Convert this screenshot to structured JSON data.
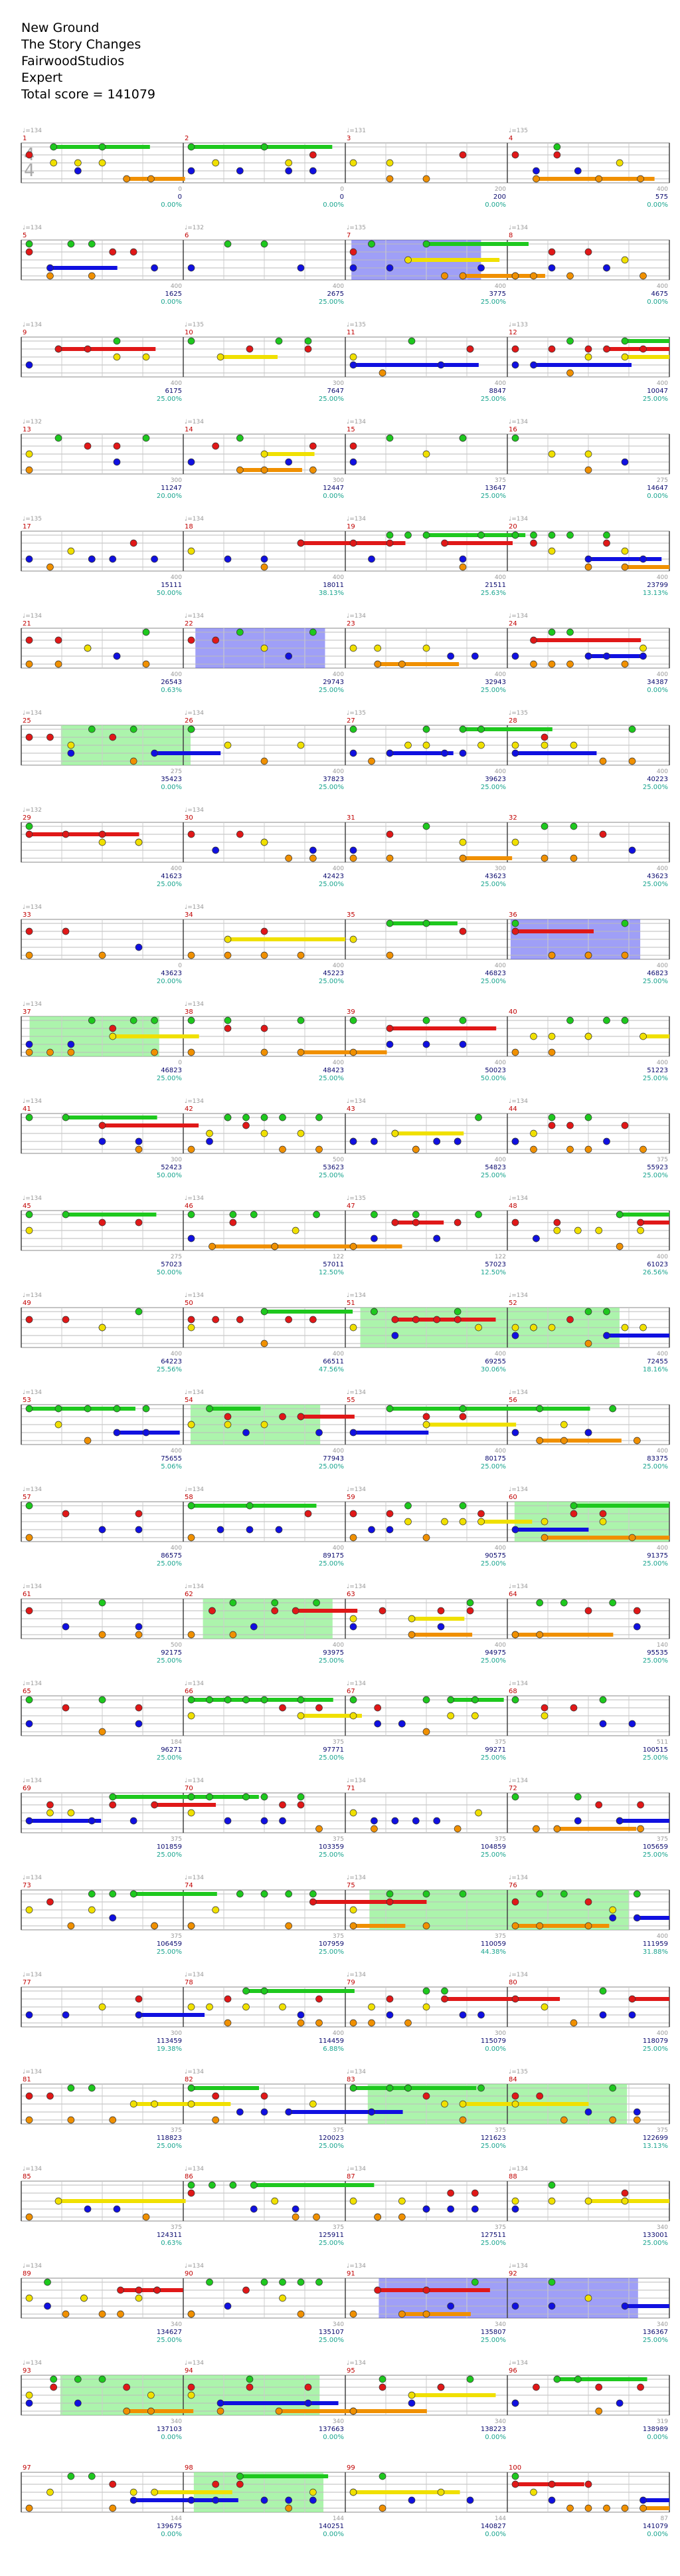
{
  "header": {
    "title": "New Ground",
    "subtitle": "The Story Changes",
    "charter": "FairwoodStudios",
    "difficulty": "Expert",
    "total_score_label": "Total score = 141079"
  },
  "colors": {
    "green": "#1ec81e",
    "red": "#e01818",
    "yellow": "#f0e000",
    "blue": "#1010e0",
    "orange": "#f09000",
    "starpower": "#90f090",
    "overdrive": "#5050f0",
    "solo_highlight": "#f8f880"
  },
  "time_signature": [
    "4",
    "4"
  ],
  "measures": [
    {
      "n": "1",
      "bpm": "♩=134",
      "tick": "0",
      "score": "0",
      "mult": "0.00%"
    },
    {
      "n": "2",
      "bpm": "",
      "tick": "0",
      "score": "0",
      "mult": "0.00%"
    },
    {
      "n": "3",
      "bpm": "♩=131",
      "tick": "0",
      "score": "0",
      "mult": "0.00%"
    },
    {
      "n": "4",
      "bpm": "♩=135",
      "tick": "200",
      "score": "200",
      "mult": "0.00%"
    },
    {
      "n": "5",
      "bpm": "♩=134",
      "tick": "400",
      "score": "575",
      "mult": "0.00%"
    },
    {
      "n": "6",
      "bpm": "♩=132",
      "tick": "400",
      "score": "1625",
      "mult": "0.00%"
    },
    {
      "n": "7",
      "bpm": "♩=135",
      "tick": "400",
      "score": "2675",
      "mult": "25.00%"
    },
    {
      "n": "8",
      "bpm": "♩=134",
      "tick": "400",
      "score": "3775",
      "mult": "25.00%"
    },
    {
      "n": "9",
      "bpm": "♩=134",
      "tick": "400",
      "score": "4675",
      "mult": "0.00%"
    },
    {
      "n": "10",
      "bpm": "♩=135",
      "tick": "400",
      "score": "6175",
      "mult": "25.00%"
    },
    {
      "n": "11",
      "bpm": "♩=135",
      "tick": "300",
      "score": "7647",
      "mult": "25.00%"
    },
    {
      "n": "12",
      "bpm": "♩=133",
      "tick": "400",
      "score": "8847",
      "mult": "25.00%"
    },
    {
      "n": "13",
      "bpm": "♩=132",
      "tick": "400",
      "score": "10047",
      "mult": "25.00%"
    },
    {
      "n": "14",
      "bpm": "♩=134",
      "tick": "300",
      "score": "11247",
      "mult": "20.00%"
    },
    {
      "n": "15",
      "bpm": "♩=134",
      "tick": "300",
      "score": "12447",
      "mult": "0.00%"
    },
    {
      "n": "16",
      "bpm": "♩=134",
      "tick": "375",
      "score": "13647",
      "mult": "25.00%"
    },
    {
      "n": "17",
      "bpm": "♩=135",
      "tick": "275",
      "score": "14647",
      "mult": "0.00%"
    },
    {
      "n": "18",
      "bpm": "♩=134",
      "tick": "400",
      "score": "15111",
      "mult": "50.00%"
    },
    {
      "n": "19",
      "bpm": "♩=134",
      "tick": "400",
      "score": "18011",
      "mult": "38.13%"
    },
    {
      "n": "20",
      "bpm": "♩=134",
      "tick": "400",
      "score": "21511",
      "mult": "25.63%"
    },
    {
      "n": "21",
      "bpm": "♩=134",
      "tick": "400",
      "score": "23799",
      "mult": "13.13%"
    },
    {
      "n": "22",
      "bpm": "♩=134",
      "tick": "400",
      "score": "26543",
      "mult": "0.63%"
    },
    {
      "n": "23",
      "bpm": "♩=134",
      "tick": "400",
      "score": "29743",
      "mult": "25.00%"
    },
    {
      "n": "24",
      "bpm": "♩=134",
      "tick": "400",
      "score": "32943",
      "mult": "25.00%"
    },
    {
      "n": "25",
      "bpm": "♩=134",
      "tick": "400",
      "score": "34387",
      "mult": "0.00%"
    },
    {
      "n": "26",
      "bpm": "♩=134",
      "tick": "275",
      "score": "35423",
      "mult": "0.00%"
    },
    {
      "n": "27",
      "bpm": "♩=135",
      "tick": "400",
      "score": "37823",
      "mult": "25.00%"
    },
    {
      "n": "28",
      "bpm": "♩=135",
      "tick": "400",
      "score": "39623",
      "mult": "25.00%"
    },
    {
      "n": "29",
      "bpm": "♩=132",
      "tick": "400",
      "score": "40223",
      "mult": "25.00%"
    },
    {
      "n": "30",
      "bpm": "♩=134",
      "tick": "400",
      "score": "41623",
      "mult": "25.00%"
    },
    {
      "n": "31",
      "bpm": "",
      "tick": "400",
      "score": "42423",
      "mult": "25.00%"
    },
    {
      "n": "32",
      "bpm": "",
      "tick": "300",
      "score": "43623",
      "mult": "25.00%"
    },
    {
      "n": "33",
      "bpm": "♩=134",
      "tick": "400",
      "score": "43623",
      "mult": "25.00%"
    },
    {
      "n": "34",
      "bpm": "♩=134",
      "tick": "0",
      "score": "43623",
      "mult": "20.00%"
    },
    {
      "n": "35",
      "bpm": "",
      "tick": "400",
      "score": "45223",
      "mult": "25.00%"
    },
    {
      "n": "36",
      "bpm": "",
      "tick": "400",
      "score": "46823",
      "mult": "25.00%"
    },
    {
      "n": "37",
      "bpm": "♩=134",
      "tick": "400",
      "score": "46823",
      "mult": "25.00%"
    },
    {
      "n": "38",
      "bpm": "♩=134",
      "tick": "0",
      "score": "46823",
      "mult": "25.00%"
    },
    {
      "n": "39",
      "bpm": "",
      "tick": "400",
      "score": "48423",
      "mult": "25.00%"
    },
    {
      "n": "40",
      "bpm": "",
      "tick": "400",
      "score": "50023",
      "mult": "50.00%"
    },
    {
      "n": "41",
      "bpm": "♩=134",
      "tick": "400",
      "score": "51223",
      "mult": "25.00%"
    },
    {
      "n": "42",
      "bpm": "♩=134",
      "tick": "300",
      "score": "52423",
      "mult": "50.00%"
    },
    {
      "n": "43",
      "bpm": "♩=134",
      "tick": "500",
      "score": "53623",
      "mult": "25.00%"
    },
    {
      "n": "44",
      "bpm": "♩=134",
      "tick": "400",
      "score": "54823",
      "mult": "25.00%"
    },
    {
      "n": "45",
      "bpm": "♩=134",
      "tick": "375",
      "score": "55923",
      "mult": "25.00%"
    },
    {
      "n": "46",
      "bpm": "♩=134",
      "tick": "275",
      "score": "57023",
      "mult": "50.00%"
    },
    {
      "n": "47",
      "bpm": "♩=135",
      "tick": "122",
      "score": "57011",
      "mult": "12.50%"
    },
    {
      "n": "48",
      "bpm": "♩=134",
      "tick": "122",
      "score": "57023",
      "mult": "12.50%"
    },
    {
      "n": "49",
      "bpm": "♩=134",
      "tick": "400",
      "score": "61023",
      "mult": "26.56%"
    },
    {
      "n": "50",
      "bpm": "♩=134",
      "tick": "400",
      "score": "64223",
      "mult": "25.56%"
    },
    {
      "n": "51",
      "bpm": "♩=134",
      "tick": "400",
      "score": "66511",
      "mult": "47.56%"
    },
    {
      "n": "52",
      "bpm": "♩=134",
      "tick": "400",
      "score": "69255",
      "mult": "30.06%"
    },
    {
      "n": "53",
      "bpm": "♩=134",
      "tick": "400",
      "score": "72455",
      "mult": "18.16%"
    },
    {
      "n": "54",
      "bpm": "♩=134",
      "tick": "400",
      "score": "75655",
      "mult": "5.06%"
    },
    {
      "n": "55",
      "bpm": "♩=134",
      "tick": "400",
      "score": "77943",
      "mult": "25.00%"
    },
    {
      "n": "56",
      "bpm": "♩=134",
      "tick": "400",
      "score": "80175",
      "mult": "25.00%"
    },
    {
      "n": "57",
      "bpm": "♩=134",
      "tick": "400",
      "score": "83375",
      "mult": "25.00%"
    },
    {
      "n": "58",
      "bpm": "♩=134",
      "tick": "400",
      "score": "86575",
      "mult": "25.00%"
    },
    {
      "n": "59",
      "bpm": "♩=134",
      "tick": "400",
      "score": "89175",
      "mult": "25.00%"
    },
    {
      "n": "60",
      "bpm": "♩=134",
      "tick": "400",
      "score": "90575",
      "mult": "25.00%"
    },
    {
      "n": "61",
      "bpm": "♩=134",
      "tick": "400",
      "score": "91375",
      "mult": "25.00%"
    },
    {
      "n": "62",
      "bpm": "♩=134",
      "tick": "500",
      "score": "92175",
      "mult": "25.00%"
    },
    {
      "n": "63",
      "bpm": "♩=134",
      "tick": "400",
      "score": "93975",
      "mult": "25.00%"
    },
    {
      "n": "64",
      "bpm": "♩=134",
      "tick": "400",
      "score": "94975",
      "mult": "25.00%"
    },
    {
      "n": "65",
      "bpm": "♩=134",
      "tick": "140",
      "score": "95535",
      "mult": "25.00%"
    },
    {
      "n": "66",
      "bpm": "♩=134",
      "tick": "184",
      "score": "96271",
      "mult": "25.00%"
    },
    {
      "n": "67",
      "bpm": "♩=134",
      "tick": "375",
      "score": "97771",
      "mult": "25.00%"
    },
    {
      "n": "68",
      "bpm": "♩=134",
      "tick": "375",
      "score": "99271",
      "mult": "25.00%"
    },
    {
      "n": "69",
      "bpm": "♩=134",
      "tick": "511",
      "score": "100515",
      "mult": "25.00%"
    },
    {
      "n": "70",
      "bpm": "♩=134",
      "tick": "375",
      "score": "101859",
      "mult": "25.00%"
    },
    {
      "n": "71",
      "bpm": "♩=134",
      "tick": "375",
      "score": "103359",
      "mult": "25.00%"
    },
    {
      "n": "72",
      "bpm": "♩=134",
      "tick": "375",
      "score": "104859",
      "mult": "25.00%"
    },
    {
      "n": "73",
      "bpm": "♩=134",
      "tick": "375",
      "score": "105659",
      "mult": "25.00%"
    },
    {
      "n": "74",
      "bpm": "♩=134",
      "tick": "375",
      "score": "106459",
      "mult": "25.00%"
    },
    {
      "n": "75",
      "bpm": "♩=134",
      "tick": "375",
      "score": "107959",
      "mult": "25.00%"
    },
    {
      "n": "76",
      "bpm": "♩=134",
      "tick": "375",
      "score": "110059",
      "mult": "44.38%"
    },
    {
      "n": "77",
      "bpm": "♩=134",
      "tick": "400",
      "score": "111959",
      "mult": "31.88%"
    },
    {
      "n": "78",
      "bpm": "♩=134",
      "tick": "300",
      "score": "113459",
      "mult": "19.38%"
    },
    {
      "n": "79",
      "bpm": "♩=134",
      "tick": "400",
      "score": "114459",
      "mult": "6.88%"
    },
    {
      "n": "80",
      "bpm": "♩=134",
      "tick": "300",
      "score": "115079",
      "mult": "0.00%"
    },
    {
      "n": "81",
      "bpm": "♩=134",
      "tick": "400",
      "score": "118079",
      "mult": "25.00%"
    },
    {
      "n": "82",
      "bpm": "♩=134",
      "tick": "375",
      "score": "118823",
      "mult": "25.00%"
    },
    {
      "n": "83",
      "bpm": "♩=134",
      "tick": "375",
      "score": "120023",
      "mult": "25.00%"
    },
    {
      "n": "84",
      "bpm": "♩=135",
      "tick": "375",
      "score": "121623",
      "mult": "25.00%"
    },
    {
      "n": "85",
      "bpm": "♩=134",
      "tick": "375",
      "score": "122699",
      "mult": "13.13%"
    },
    {
      "n": "86",
      "bpm": "♩=134",
      "tick": "375",
      "score": "124311",
      "mult": "0.63%"
    },
    {
      "n": "87",
      "bpm": "♩=134",
      "tick": "375",
      "score": "125911",
      "mult": "25.00%"
    },
    {
      "n": "88",
      "bpm": "♩=134",
      "tick": "375",
      "score": "127511",
      "mult": "25.00%"
    },
    {
      "n": "89",
      "bpm": "♩=134",
      "tick": "340",
      "score": "133001",
      "mult": "25.00%"
    },
    {
      "n": "90",
      "bpm": "♩=134",
      "tick": "340",
      "score": "134627",
      "mult": "25.00%"
    },
    {
      "n": "91",
      "bpm": "♩=134",
      "tick": "340",
      "score": "135107",
      "mult": "25.00%"
    },
    {
      "n": "92",
      "bpm": "♩=134",
      "tick": "340",
      "score": "135807",
      "mult": "25.00%"
    },
    {
      "n": "93",
      "bpm": "♩=134",
      "tick": "340",
      "score": "136367",
      "mult": "25.00%"
    },
    {
      "n": "94",
      "bpm": "♩=134",
      "tick": "340",
      "score": "137103",
      "mult": "0.00%"
    },
    {
      "n": "95",
      "bpm": "♩=134",
      "tick": "340",
      "score": "137663",
      "mult": "0.00%"
    },
    {
      "n": "96",
      "bpm": "♩=134",
      "tick": "340",
      "score": "138223",
      "mult": "0.00%"
    },
    {
      "n": "97",
      "bpm": "",
      "tick": "319",
      "score": "138989",
      "mult": "0.00%"
    },
    {
      "n": "98",
      "bpm": "",
      "tick": "144",
      "score": "139675",
      "mult": "0.00%"
    },
    {
      "n": "99",
      "bpm": "",
      "tick": "144",
      "score": "140251",
      "mult": "0.00%"
    },
    {
      "n": "100",
      "bpm": "",
      "tick": "144",
      "score": "140827",
      "mult": "0.00%"
    },
    {
      "n": "",
      "bpm": "",
      "tick": "87",
      "score": "141079",
      "mult": "0.00%"
    }
  ]
}
